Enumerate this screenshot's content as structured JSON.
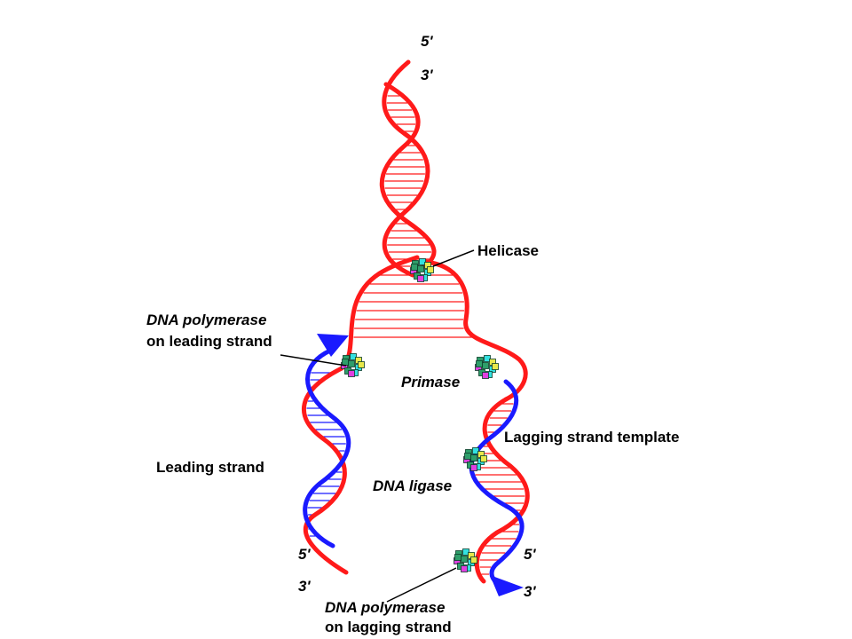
{
  "colors": {
    "parent_strand": "#ff1a1a",
    "new_strand": "#1a1aff",
    "enzyme_green": "#2e9e6a",
    "enzyme_cyan": "#33e0e0",
    "enzyme_yellow": "#e8e84a",
    "enzyme_magenta": "#e040e0",
    "text": "#000000"
  },
  "ends": {
    "top_5": "5'",
    "top_3": "3'",
    "left_5": "5'",
    "left_3": "3'",
    "right_5": "5'",
    "right_3": "3'"
  },
  "labels": {
    "helicase": "Helicase",
    "pol_leading_line1": "DNA polymerase",
    "pol_leading_line2": "on leading strand",
    "primase": "Primase",
    "lagging_template": "Lagging strand template",
    "leading_strand": "Leading strand",
    "dna_ligase": "DNA ligase",
    "pol_lagging_line1": "DNA polymerase",
    "pol_lagging_line2": "on lagging strand"
  }
}
